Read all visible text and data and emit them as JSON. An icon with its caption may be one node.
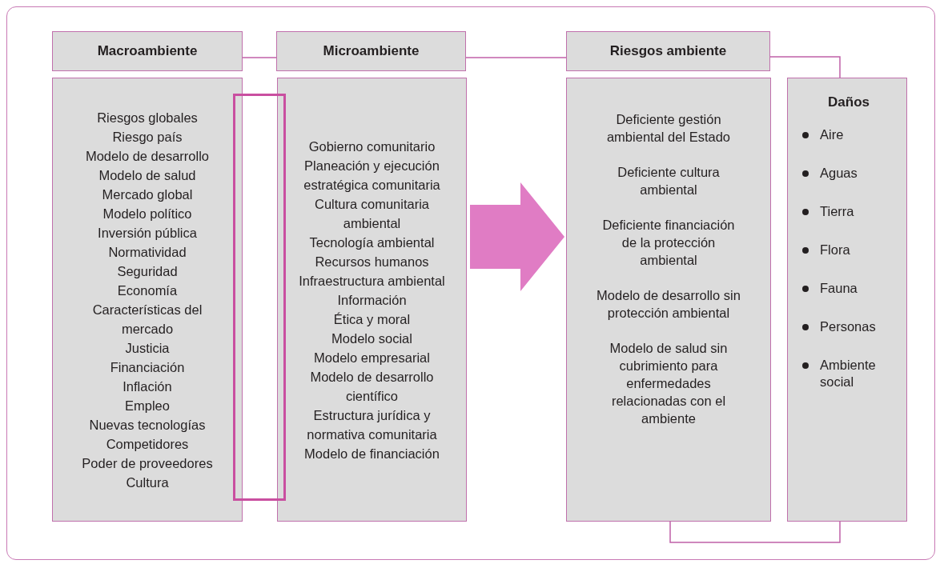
{
  "diagram": {
    "nodes": [
      {
        "text": [
          "Macroambiente"
        ]
      },
      {
        "text": [
          "Riesgos globales",
          "Riesgo país",
          "Modelo de desarrollo",
          "Modelo de salud",
          "Mercado global",
          "Modelo político",
          "Inversión pública",
          "Normatividad",
          "Seguridad",
          "Economía",
          "Características del mercado",
          "Justicia",
          "Financiación",
          "Inflación",
          "Empleo",
          "Nuevas tecnologías",
          "Competidores",
          "Poder de proveedores",
          "Cultura"
        ]
      },
      {
        "text": [
          "Microambiente"
        ]
      },
      {
        "text": [
          "Gobierno comunitario",
          "Planeación y ejecución estratégica comunitaria",
          "Cultura comunitaria ambiental",
          "Tecnología ambiental",
          "Recursos humanos",
          "Infraestructura ambiental",
          "Información",
          "Ética y moral",
          "Modelo social",
          "Modelo empresarial",
          "Modelo de desarrollo científico",
          "Estructura jurídica y normativa comunitaria",
          "Modelo de financiación"
        ]
      },
      {
        "text": [
          "Riesgos ambiente"
        ]
      },
      {
        "text": [
          "Deficiente gestión ambiental del Estado",
          "Deficiente cultura ambiental",
          "Deficiente financiación de la protección ambiental",
          "Modelo de desarrollo sin protección ambiental",
          "Modelo de salud sin cubrimiento para enfermedades relacionadas con el ambiente"
        ]
      },
      {
        "text": [
          "Daños",
          "Aire",
          "Aguas",
          "Tierra",
          "Flora",
          "Fauna",
          "Personas",
          "Ambiente social"
        ]
      },
      {
        "text": [],
        "shape": "box"
      }
    ],
    "edges": [
      {
        "from": 0,
        "to": 2,
        "arrow": "none"
      },
      {
        "from": 2,
        "to": 4,
        "arrow": "none"
      },
      {
        "from": 4,
        "to": 6,
        "arrow": "none"
      },
      {
        "from": 5,
        "to": 6,
        "arrow": "none"
      },
      {
        "from": 3,
        "to": 5,
        "arrow": "to",
        "style": "thick",
        "color": "#e07cc4"
      }
    ]
  }
}
